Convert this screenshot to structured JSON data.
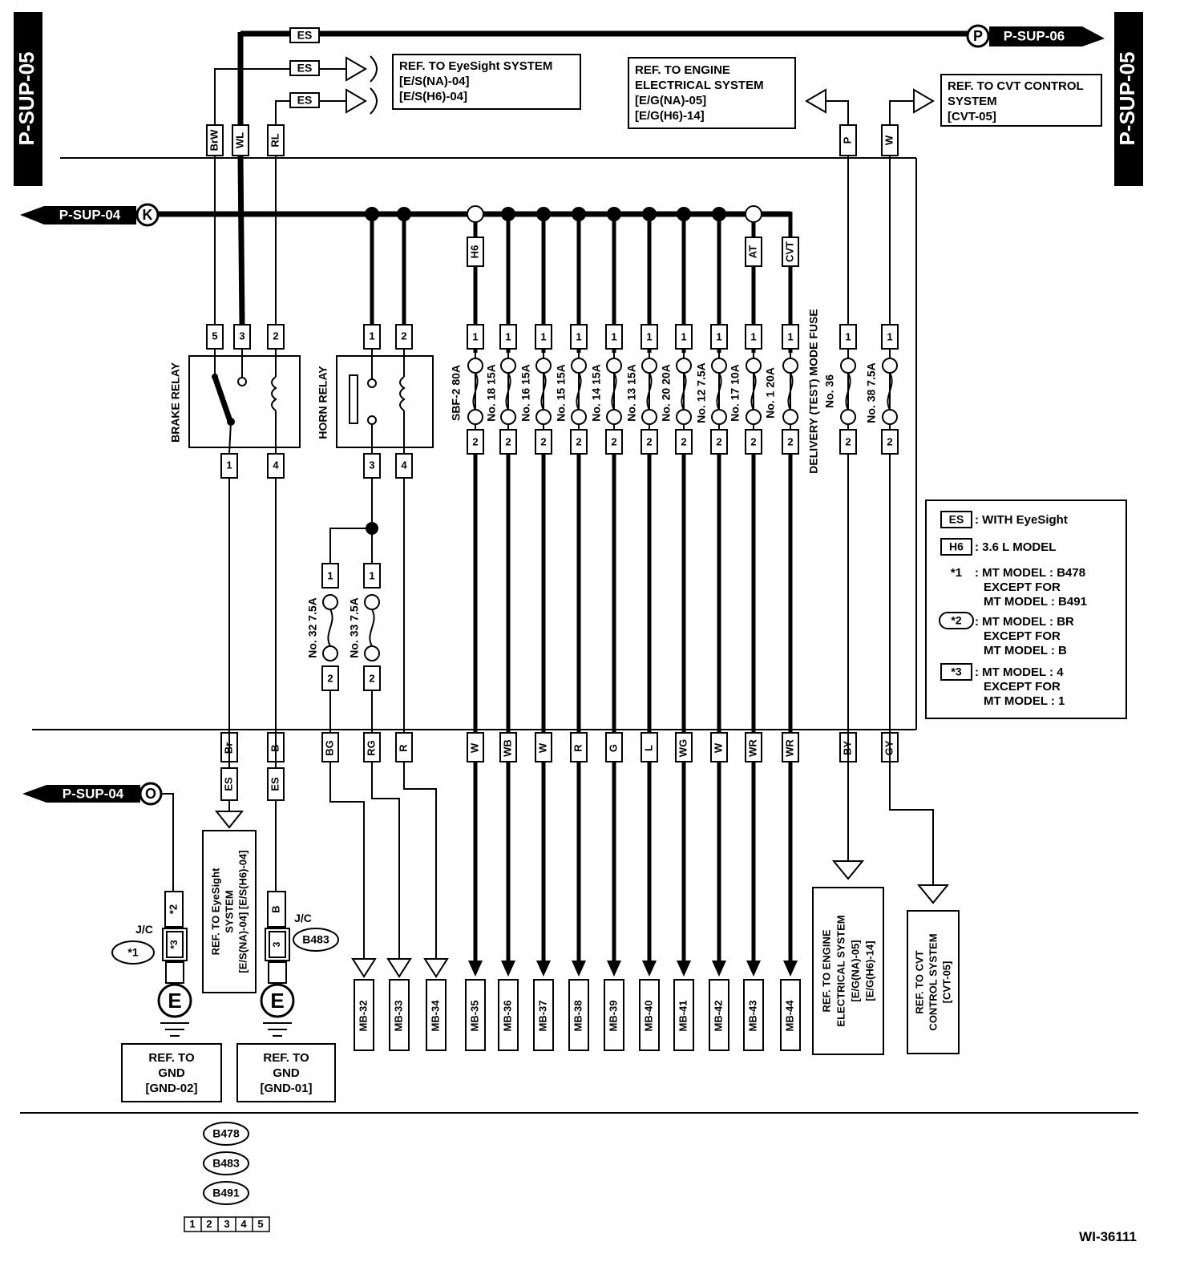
{
  "side_label": "P-SUP-05",
  "footer_id": "WI-36111",
  "connectors": {
    "p": "P",
    "p_target": "P-SUP-06",
    "k": "K",
    "k_source": "P-SUP-04",
    "o": "O",
    "o_source": "P-SUP-04"
  },
  "ref_boxes": {
    "eyesight_top": [
      "REF. TO EyeSight SYSTEM",
      "[E/S(NA)-04]",
      "[E/S(H6)-04]"
    ],
    "engine_top": [
      "REF. TO ENGINE",
      "ELECTRICAL SYSTEM",
      "[E/G(NA)-05]",
      "[E/G(H6)-14]"
    ],
    "cvt_top": [
      "REF. TO CVT CONTROL",
      "SYSTEM",
      "[CVT-05]"
    ],
    "eyesight_bottom": [
      "REF. TO EyeSight",
      "SYSTEM",
      "[E/S(NA)-04] [E/S(H6)-04]"
    ],
    "engine_bottom": [
      "REF. TO ENGINE",
      "ELECTRICAL SYSTEM",
      "[E/G(NA)-05]",
      "[E/G(H6)-14]"
    ],
    "cvt_bottom": [
      "REF. TO CVT",
      "CONTROL SYSTEM",
      "[CVT-05]"
    ],
    "gnd_left": [
      "REF. TO",
      "GND",
      "[GND-02]"
    ],
    "gnd_right": [
      "REF. TO",
      "GND",
      "[GND-01]"
    ]
  },
  "relays": {
    "brake": "BRAKE RELAY",
    "horn": "HORN RELAY"
  },
  "top_wires": [
    "BrW",
    "WL",
    "RL",
    "P",
    "W"
  ],
  "es_tag": "ES",
  "h6_tag": "H6",
  "at_tag": "AT",
  "cvt_tag": "CVT",
  "pins": {
    "brake_top": [
      "5",
      "3",
      "2"
    ],
    "brake_bottom": [
      "1",
      "4"
    ],
    "horn_top": [
      "1",
      "2"
    ],
    "horn_bottom": [
      "3",
      "4"
    ],
    "fuse_in": "1",
    "fuse_out": "2"
  },
  "fuses": [
    "SBF-2 80A",
    "No. 18 15A",
    "No. 16 15A",
    "No. 15 15A",
    "No. 14 15A",
    "No. 13 15A",
    "No. 20 20A",
    "No. 12 7.5A",
    "No. 17 10A",
    "No. 1 20A"
  ],
  "delivery_fuse": [
    "DELIVERY (TEST) MODE FUSE",
    "No. 36"
  ],
  "fuse_38": "No. 38 7.5A",
  "horn_fuses": [
    "No. 32 7.5A",
    "No. 33 7.5A"
  ],
  "bottom_wires": [
    "Br",
    "B",
    "BG",
    "RG",
    "R",
    "W",
    "WB",
    "W",
    "R",
    "G",
    "L",
    "WG",
    "W",
    "WR",
    "WR",
    "BY",
    "GY"
  ],
  "mb_targets": [
    "MB-32",
    "MB-33",
    "MB-34",
    "MB-35",
    "MB-36",
    "MB-37",
    "MB-38",
    "MB-39",
    "MB-40",
    "MB-41",
    "MB-42",
    "MB-43",
    "MB-44"
  ],
  "ground": {
    "jc": "J/C",
    "e": "E",
    "star1": "*1",
    "star2": "*2",
    "star3": "*3",
    "b_pin": "B",
    "pin3": "3",
    "b483": "B483"
  },
  "legend": {
    "es": ": WITH EyeSight",
    "h6": ": 3.6 L MODEL",
    "s1": [
      ": MT MODEL  : B478",
      "EXCEPT FOR",
      "MT MODEL  : B491"
    ],
    "s2": [
      ": MT MODEL  : BR",
      "EXCEPT FOR",
      "MT MODEL  : B"
    ],
    "s3": [
      ": MT MODEL  : 4",
      "EXCEPT FOR",
      "MT MODEL  : 1"
    ]
  },
  "connector_list": [
    "B478",
    "B483",
    "B491"
  ],
  "connector_pins": [
    "1",
    "2",
    "3",
    "4",
    "5"
  ]
}
